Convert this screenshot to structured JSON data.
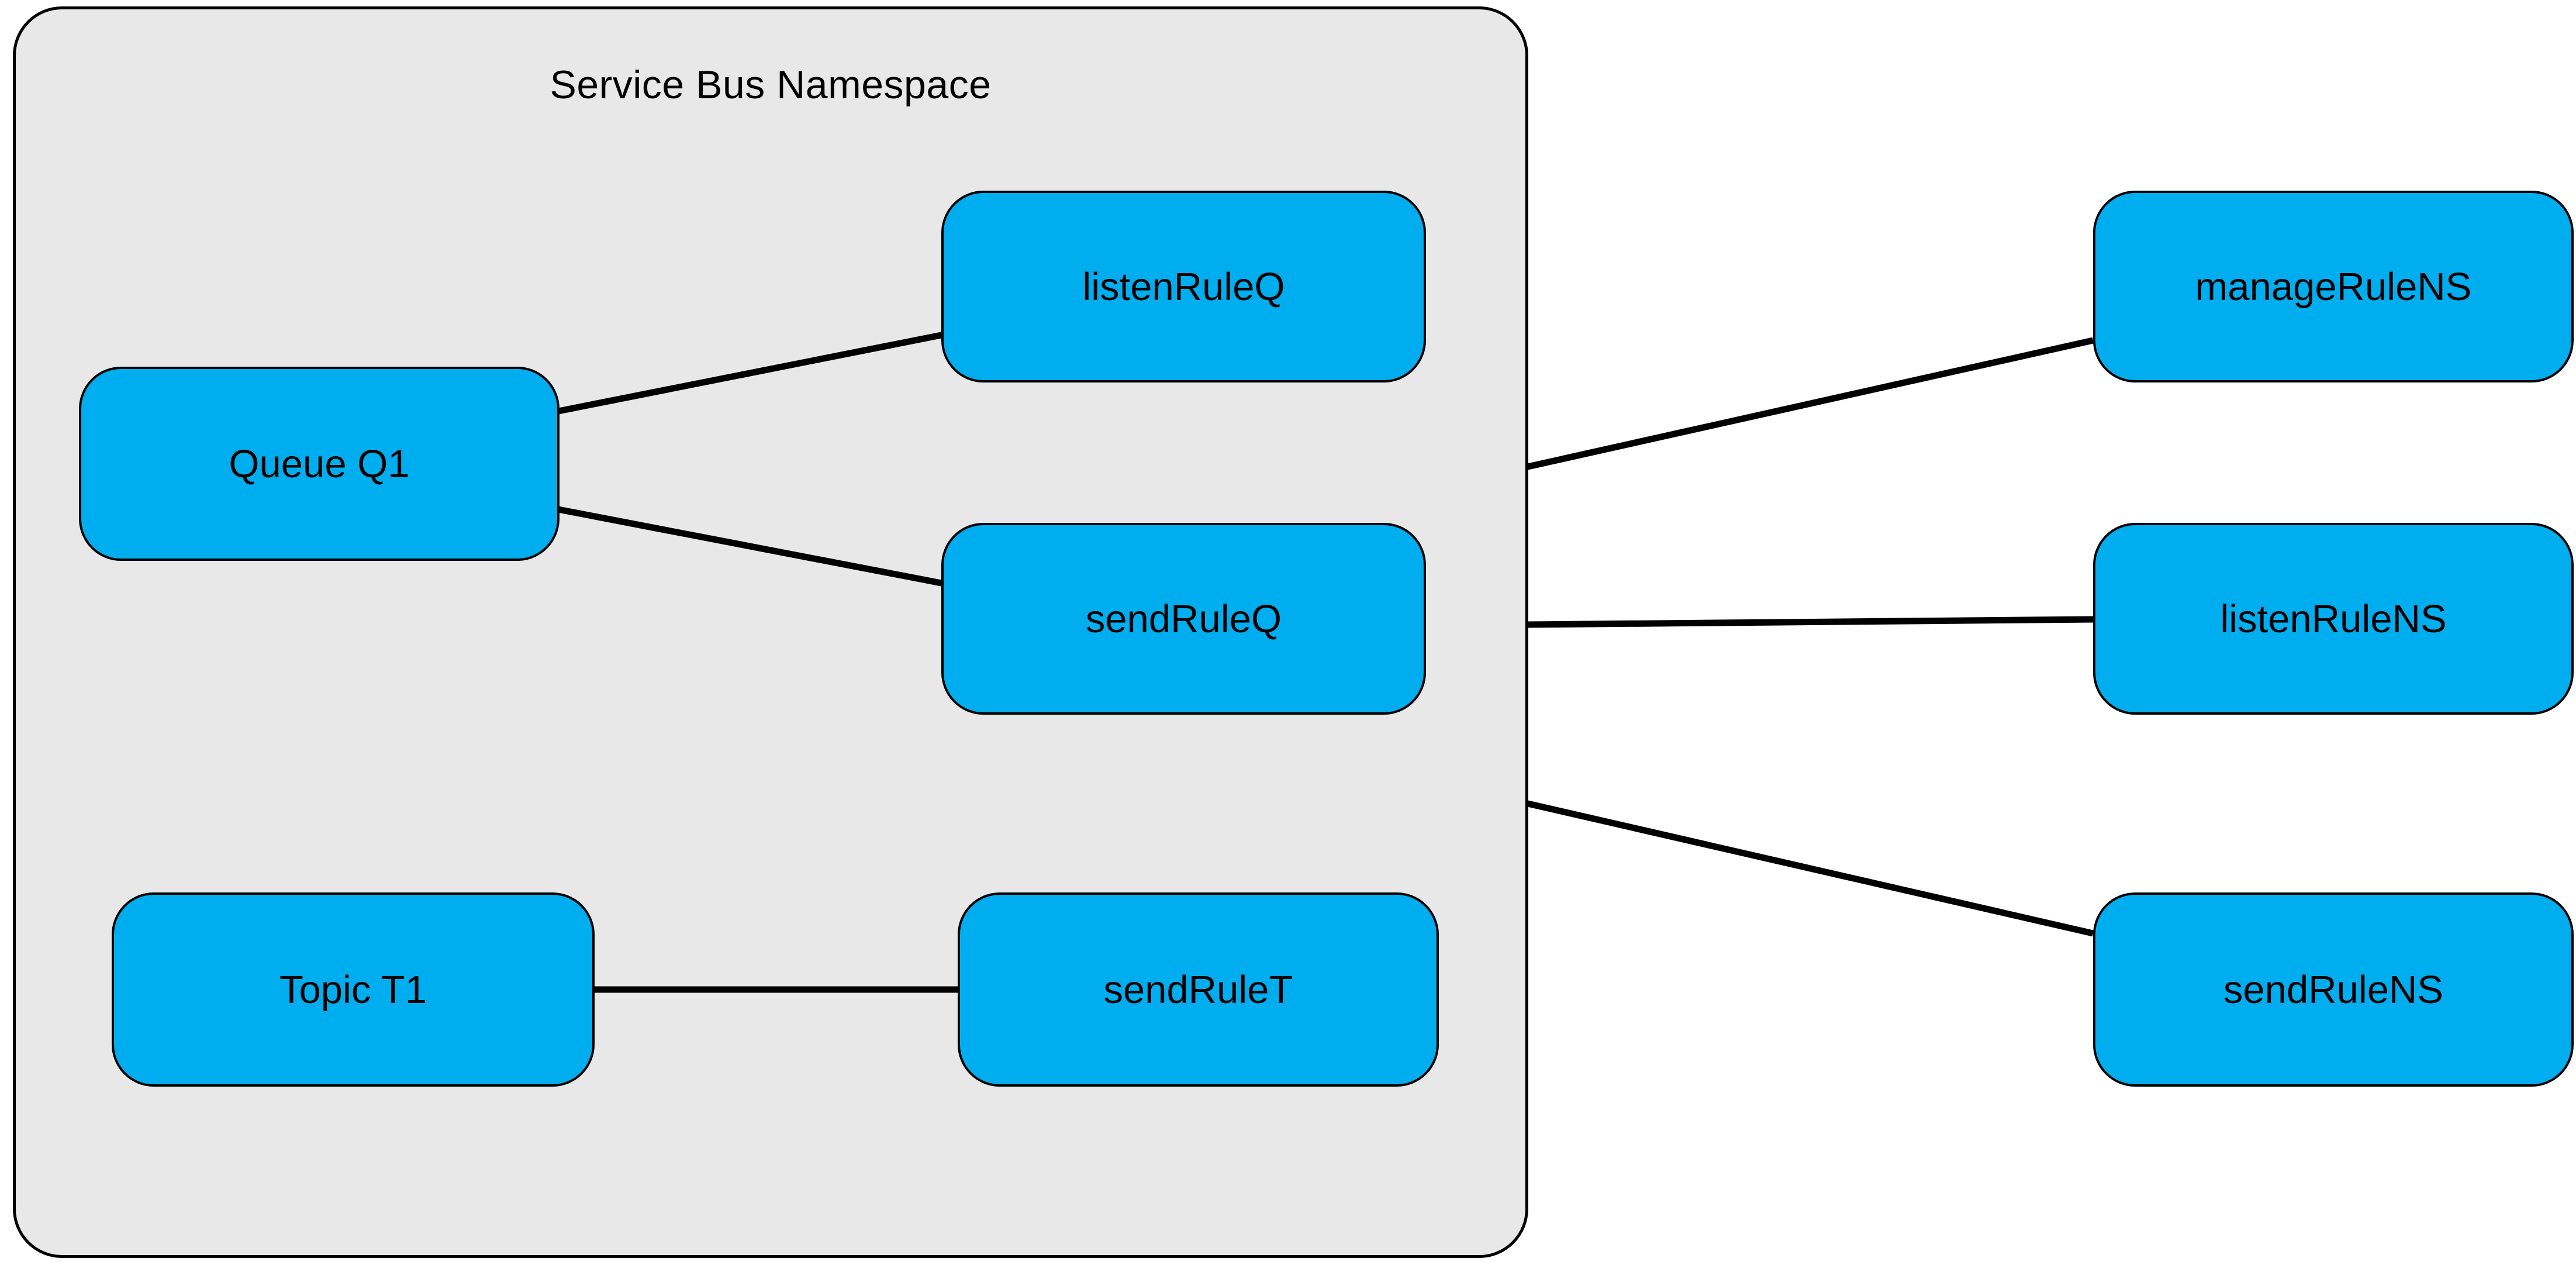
{
  "diagram": {
    "title": "Service Bus Namespace",
    "colors": {
      "node_fill": "#00aeef",
      "node_border": "#000000",
      "namespace_fill": "#e8e8e8",
      "namespace_border": "#000000",
      "edge": "#000000",
      "background": "#ffffff"
    },
    "nodes": [
      {
        "id": "queue-q1",
        "label": "Queue Q1",
        "group": "namespace"
      },
      {
        "id": "listen-rule-q",
        "label": "listenRuleQ",
        "group": "namespace"
      },
      {
        "id": "send-rule-q",
        "label": "sendRuleQ",
        "group": "namespace"
      },
      {
        "id": "topic-t1",
        "label": "Topic T1",
        "group": "namespace"
      },
      {
        "id": "send-rule-t",
        "label": "sendRuleT",
        "group": "namespace"
      },
      {
        "id": "manage-rule-ns",
        "label": "manageRuleNS",
        "group": "external"
      },
      {
        "id": "listen-rule-ns",
        "label": "listenRuleNS",
        "group": "external"
      },
      {
        "id": "send-rule-ns",
        "label": "sendRuleNS",
        "group": "external"
      }
    ],
    "edges": [
      {
        "from": "queue-q1",
        "to": "listen-rule-q"
      },
      {
        "from": "queue-q1",
        "to": "send-rule-q"
      },
      {
        "from": "topic-t1",
        "to": "send-rule-t"
      },
      {
        "from": "namespace",
        "to": "manage-rule-ns"
      },
      {
        "from": "namespace",
        "to": "listen-rule-ns"
      },
      {
        "from": "namespace",
        "to": "send-rule-ns"
      }
    ]
  }
}
